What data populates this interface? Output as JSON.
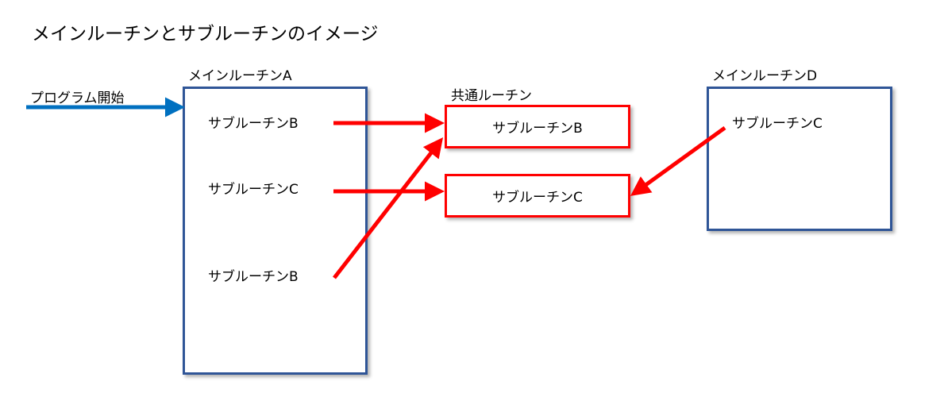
{
  "title": "メインルーチンとサブルーチンのイメージ",
  "start_label": "プログラム開始",
  "main_a": {
    "label": "メインルーチンA",
    "items": [
      "サブルーチンB",
      "サブルーチンC",
      "サブルーチンB"
    ]
  },
  "common": {
    "label": "共通ルーチン",
    "items": [
      "サブルーチンB",
      "サブルーチンC"
    ]
  },
  "main_d": {
    "label": "メインルーチンD",
    "items": [
      "サブルーチンC"
    ]
  },
  "colors": {
    "main_box": "#2F5597",
    "call_arrow": "#FF0000",
    "start_arrow": "#0070C0"
  }
}
